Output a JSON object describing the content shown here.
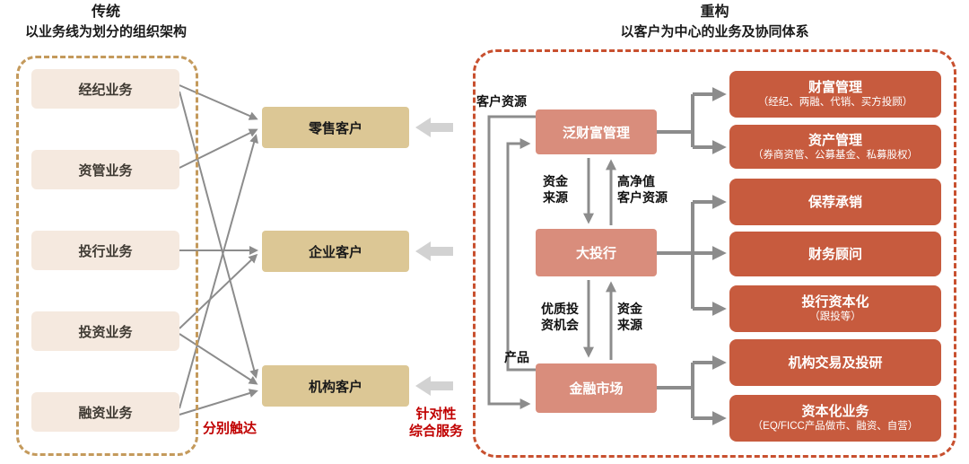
{
  "left_panel": {
    "title": "传统",
    "subtitle": "以业务线为划分的组织架构",
    "businesses": [
      "经纪业务",
      "资管业务",
      "投行业务",
      "投资业务",
      "融资业务"
    ],
    "caption": "分别触达"
  },
  "customers": [
    "零售客户",
    "企业客户",
    "机构客户"
  ],
  "middle_caption": [
    "针对性",
    "综合服务"
  ],
  "right_panel": {
    "title": "重构",
    "subtitle": "以客户为中心的业务及协同体系",
    "hubs": [
      "泛财富管理",
      "大投行",
      "金融市场"
    ],
    "flows": {
      "customer_resource": "客户资源",
      "product": "产品",
      "funds_top": [
        "资金",
        "来源"
      ],
      "hnw": [
        "高净值",
        "客户资源"
      ],
      "quality_inv": [
        "优质投",
        "资机会"
      ],
      "funds_bottom": [
        "资金",
        "来源"
      ]
    },
    "outputs": [
      {
        "title": "财富管理",
        "note": "（经纪、两融、代销、买方投顾）"
      },
      {
        "title": "资产管理",
        "note": "（券商资管、公募基金、私募股权）"
      },
      {
        "title": "保荐承销",
        "note": ""
      },
      {
        "title": "财务顾问",
        "note": ""
      },
      {
        "title": "投行资本化",
        "note": "（跟投等）"
      },
      {
        "title": "机构交易及投研",
        "note": ""
      },
      {
        "title": "资本化业务",
        "note": "（EQ/FICC产品做市、融资、自营）"
      }
    ]
  },
  "connections": {
    "traditional": [
      {
        "from": "经纪业务",
        "to": [
          "零售客户",
          "机构客户"
        ]
      },
      {
        "from": "资管业务",
        "to": [
          "零售客户"
        ]
      },
      {
        "from": "投行业务",
        "to": [
          "企业客户"
        ]
      },
      {
        "from": "投资业务",
        "to": [
          "企业客户",
          "机构客户"
        ]
      },
      {
        "from": "融资业务",
        "to": [
          "零售客户",
          "机构客户"
        ]
      }
    ],
    "restructured": [
      {
        "from": "泛财富管理",
        "to": [
          "财富管理",
          "资产管理"
        ]
      },
      {
        "from": "大投行",
        "to": [
          "保荐承销",
          "财务顾问",
          "投行资本化"
        ]
      },
      {
        "from": "金融市场",
        "to": [
          "机构交易及投研",
          "资本化业务"
        ]
      },
      {
        "flow": "泛财富管理→大投行",
        "label": "资金来源"
      },
      {
        "flow": "大投行→泛财富管理",
        "label": "高净值客户资源"
      },
      {
        "flow": "大投行→金融市场",
        "label": "优质投资机会"
      },
      {
        "flow": "金融市场→大投行",
        "label": "资金来源"
      },
      {
        "flow": "泛财富管理→金融市场",
        "label": "客户资源"
      },
      {
        "flow": "金融市场→泛财富管理",
        "label": "产品"
      }
    ]
  },
  "colors": {
    "left_box_bg": "#f5e9df",
    "left_dash_border": "#c49a5c",
    "customer_box_bg": "#dcc795",
    "hub_box_bg": "#d98d7c",
    "output_box_bg": "#c75b3e",
    "right_dash_border": "#c8502f",
    "connector_gray": "#8c8c8c",
    "block_arrow_gray": "#d2d2d2",
    "accent_red": "#c00000"
  }
}
